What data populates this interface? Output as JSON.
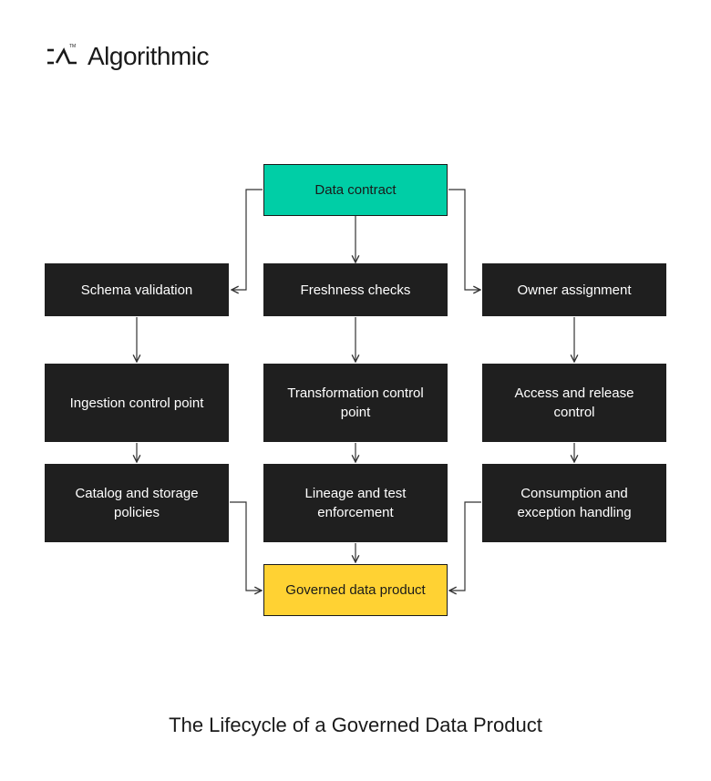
{
  "brand": {
    "name": "Algorithmic",
    "trademark": "TM"
  },
  "diagram": {
    "nodes": {
      "data_contract": "Data contract",
      "schema_validation": "Schema validation",
      "freshness_checks": "Freshness checks",
      "owner_assignment": "Owner assignment",
      "ingestion_control_point": "Ingestion control point",
      "transformation_control_point": "Transformation control point",
      "access_release_control": "Access and release control",
      "catalog_storage_policies": "Catalog and storage policies",
      "lineage_test_enforcement": "Lineage and test enforcement",
      "consumption_exception_handling": "Consumption and exception handling",
      "governed_data_product": "Governed data product"
    },
    "edges": [
      [
        "data_contract",
        "schema_validation"
      ],
      [
        "data_contract",
        "freshness_checks"
      ],
      [
        "data_contract",
        "owner_assignment"
      ],
      [
        "schema_validation",
        "ingestion_control_point"
      ],
      [
        "freshness_checks",
        "transformation_control_point"
      ],
      [
        "owner_assignment",
        "access_release_control"
      ],
      [
        "ingestion_control_point",
        "catalog_storage_policies"
      ],
      [
        "transformation_control_point",
        "lineage_test_enforcement"
      ],
      [
        "access_release_control",
        "consumption_exception_handling"
      ],
      [
        "catalog_storage_policies",
        "governed_data_product"
      ],
      [
        "lineage_test_enforcement",
        "governed_data_product"
      ],
      [
        "consumption_exception_handling",
        "governed_data_product"
      ]
    ],
    "colors": {
      "start_node": "#00cea6",
      "end_node": "#ffd233",
      "step_node": "#1f1f1f",
      "connector": "#333333"
    }
  },
  "footer": {
    "title": "The Lifecycle of a Governed Data Product"
  }
}
